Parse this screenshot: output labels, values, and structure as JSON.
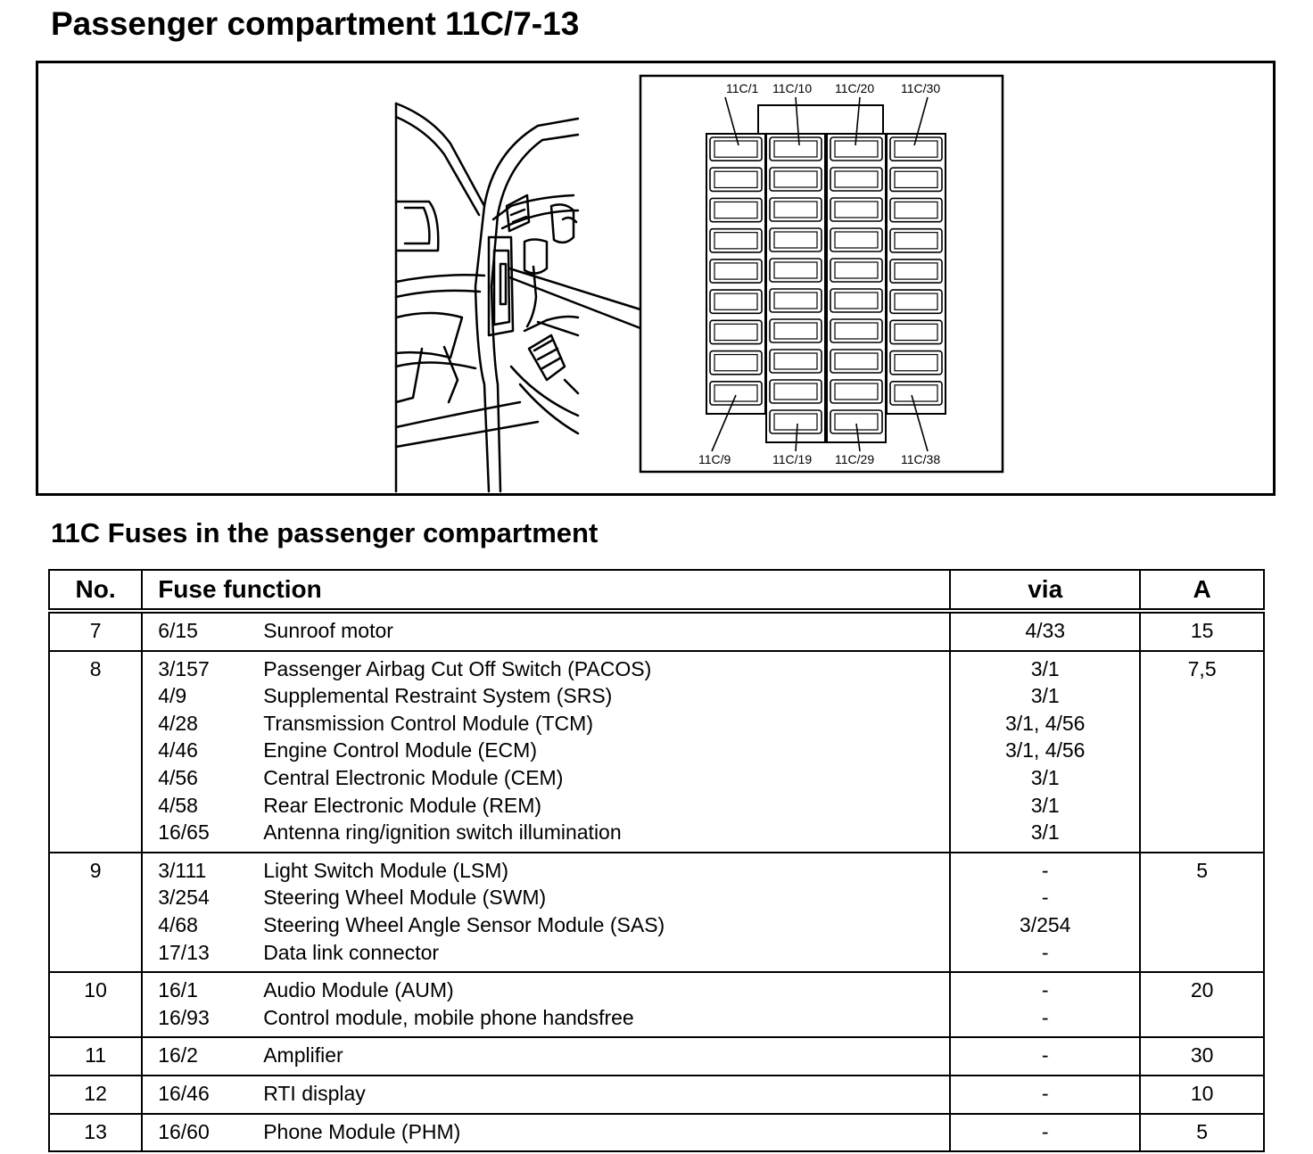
{
  "page_title": "Passenger compartment 11C/7-13",
  "section_title": "11C Fuses in the passenger compartment",
  "diagram": {
    "callouts_top": [
      "11C/1",
      "11C/10",
      "11C/20",
      "11C/30"
    ],
    "callouts_bottom": [
      "11C/9",
      "11C/19",
      "11C/29",
      "11C/38"
    ]
  },
  "table": {
    "headers": {
      "no": "No.",
      "function": "Fuse function",
      "via": "via",
      "amp": "A"
    },
    "groups": [
      {
        "no": "7",
        "amp": "15",
        "rows": [
          {
            "code": "6/15",
            "name": "Sunroof motor",
            "via": "4/33"
          }
        ]
      },
      {
        "no": "8",
        "amp": "7,5",
        "rows": [
          {
            "code": "3/157",
            "name": "Passenger Airbag Cut Off Switch (PACOS)",
            "via": "3/1"
          },
          {
            "code": "4/9",
            "name": "Supplemental Restraint System (SRS)",
            "via": "3/1"
          },
          {
            "code": "4/28",
            "name": "Transmission Control Module (TCM)",
            "via": "3/1, 4/56"
          },
          {
            "code": "4/46",
            "name": "Engine Control Module (ECM)",
            "via": "3/1, 4/56"
          },
          {
            "code": "4/56",
            "name": "Central Electronic Module (CEM)",
            "via": "3/1"
          },
          {
            "code": "4/58",
            "name": "Rear Electronic Module (REM)",
            "via": "3/1"
          },
          {
            "code": "16/65",
            "name": "Antenna ring/ignition switch illumination",
            "via": "3/1"
          }
        ]
      },
      {
        "no": "9",
        "amp": "5",
        "rows": [
          {
            "code": "3/111",
            "name": "Light Switch Module (LSM)",
            "via": "-"
          },
          {
            "code": "3/254",
            "name": "Steering Wheel Module (SWM)",
            "via": "-"
          },
          {
            "code": "4/68",
            "name": "Steering Wheel Angle Sensor Module (SAS)",
            "via": "3/254"
          },
          {
            "code": "17/13",
            "name": "Data link connector",
            "via": "-"
          }
        ]
      },
      {
        "no": "10",
        "amp": "20",
        "rows": [
          {
            "code": "16/1",
            "name": "Audio Module (AUM)",
            "via": "-"
          },
          {
            "code": "16/93",
            "name": "Control module, mobile phone handsfree",
            "via": "-"
          }
        ]
      },
      {
        "no": "11",
        "amp": "30",
        "rows": [
          {
            "code": "16/2",
            "name": "Amplifier",
            "via": "-"
          }
        ]
      },
      {
        "no": "12",
        "amp": "10",
        "rows": [
          {
            "code": "16/46",
            "name": "RTI display",
            "via": "-"
          }
        ]
      },
      {
        "no": "13",
        "amp": "5",
        "rows": [
          {
            "code": "16/60",
            "name": "Phone Module (PHM)",
            "via": "-"
          }
        ]
      }
    ]
  }
}
